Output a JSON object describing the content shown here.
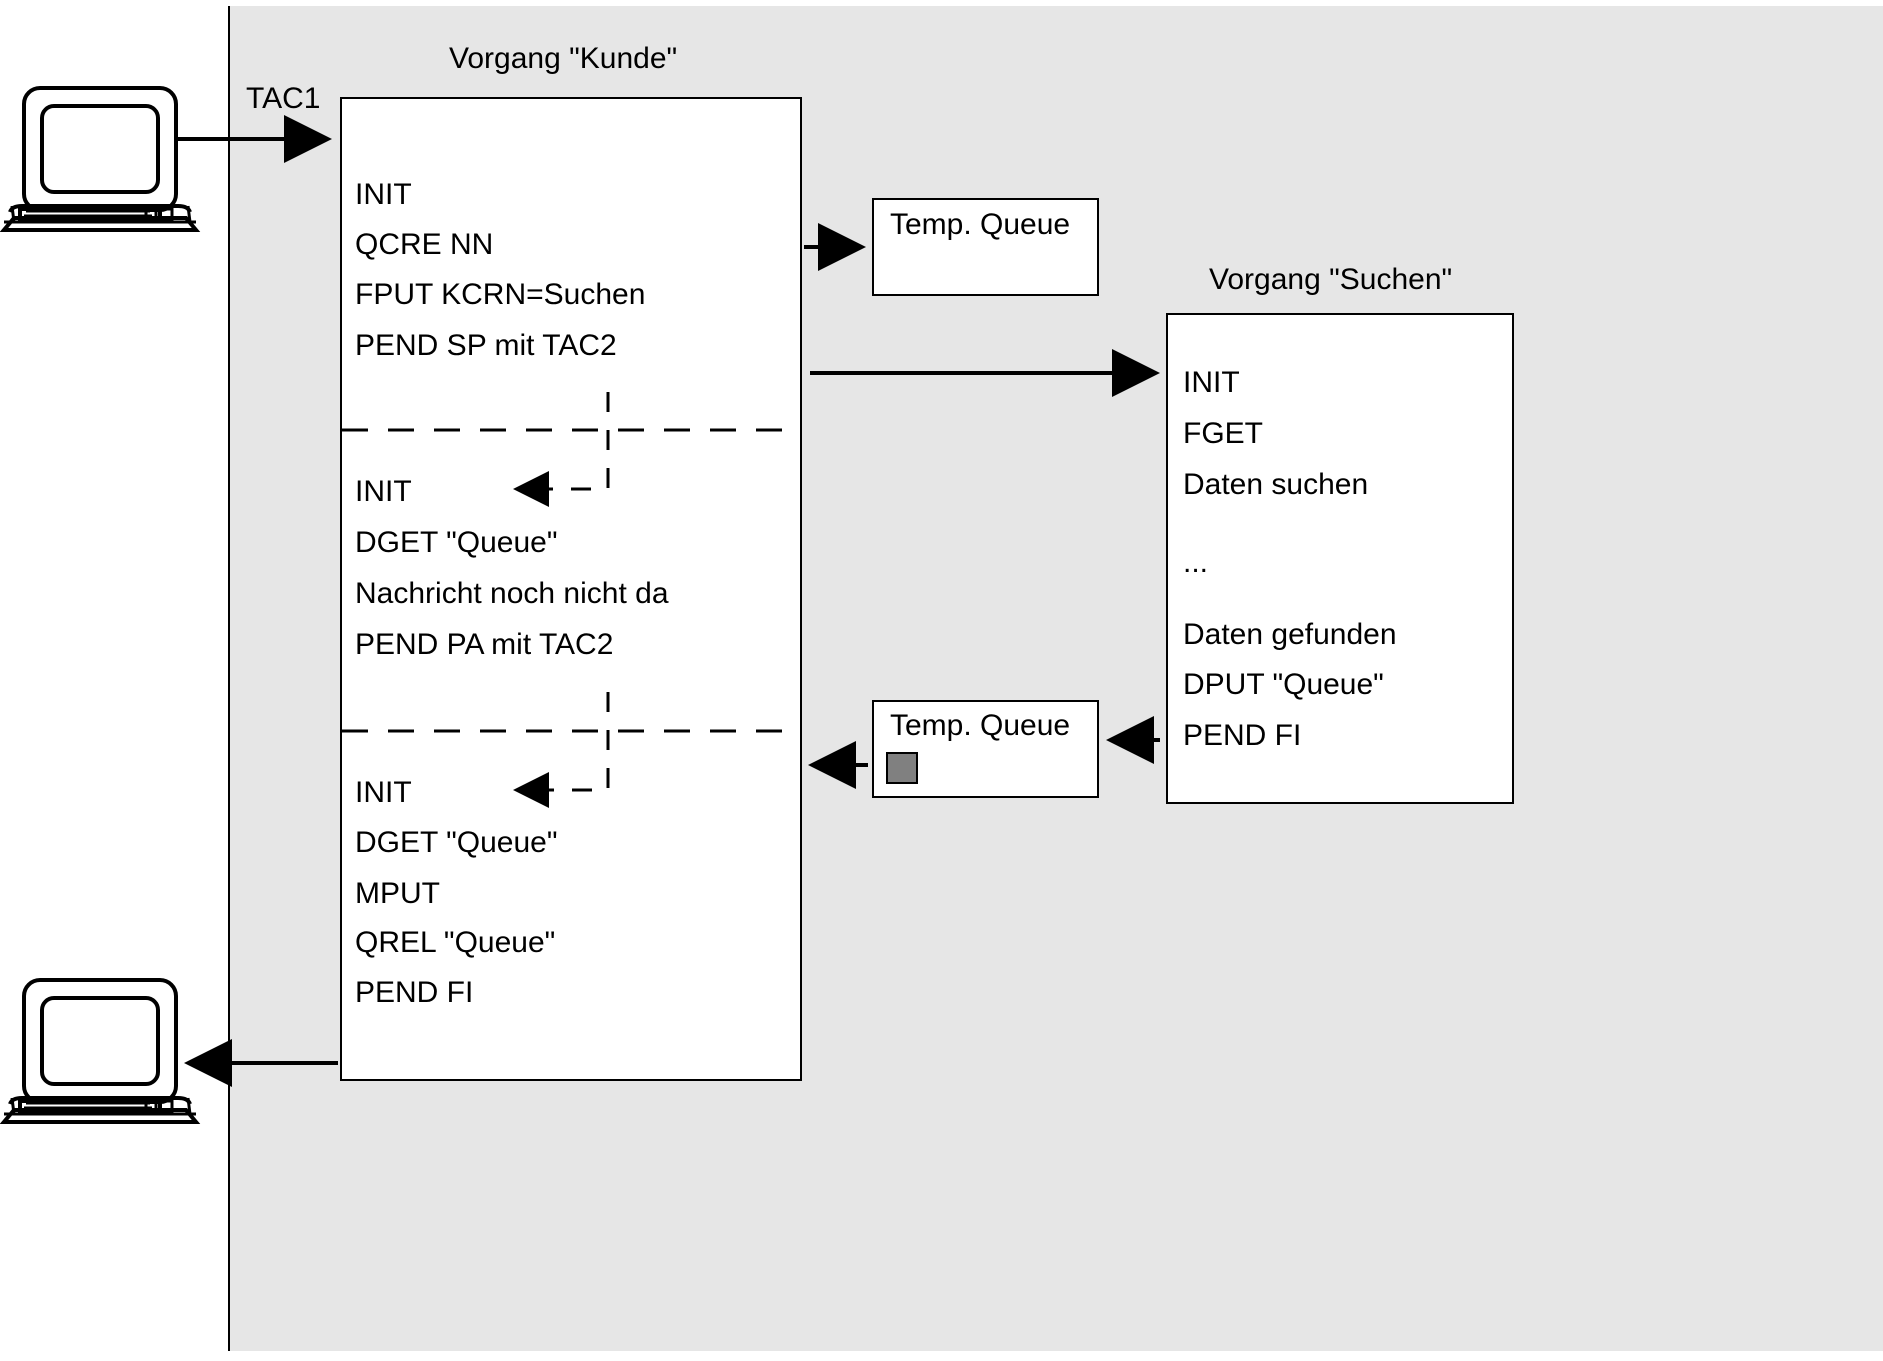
{
  "diagram": {
    "title_kunde": "Vorgang \"Kunde\"",
    "title_suchen": "Vorgang \"Suchen\"",
    "entry_label": "TAC1"
  },
  "kunde_process": {
    "segments": [
      {
        "id": "segment-1",
        "lines": [
          "INIT",
          "QCRE NN",
          "FPUT KCRN=Suchen",
          "PEND SP mit TAC2"
        ]
      },
      {
        "id": "segment-2",
        "lines": [
          "INIT",
          "DGET \"Queue\"",
          "Nachricht noch nicht da",
          "PEND PA mit TAC2"
        ]
      },
      {
        "id": "segment-3",
        "lines": [
          "INIT",
          "DGET \"Queue\"",
          "MPUT",
          "QREL \"Queue\"",
          "PEND FI"
        ]
      }
    ]
  },
  "suchen_process": {
    "lines": [
      "INIT",
      "FGET",
      "Daten suchen",
      "...",
      "Daten gefunden",
      "DPUT \"Queue\"",
      "PEND FI"
    ]
  },
  "queues": [
    {
      "id": "temp-queue-top",
      "label": "Temp. Queue",
      "has_message": false
    },
    {
      "id": "temp-queue-bottom",
      "label": "Temp. Queue",
      "has_message": true
    }
  ],
  "terminals": [
    {
      "id": "terminal-top",
      "name": "computer-terminal"
    },
    {
      "id": "terminal-bottom",
      "name": "computer-terminal"
    }
  ],
  "colors": {
    "system_background": "#e6e6e6",
    "box_background": "#ffffff",
    "stroke": "#000000",
    "message_marker": "#808080",
    "page_background": "#ffffff"
  }
}
